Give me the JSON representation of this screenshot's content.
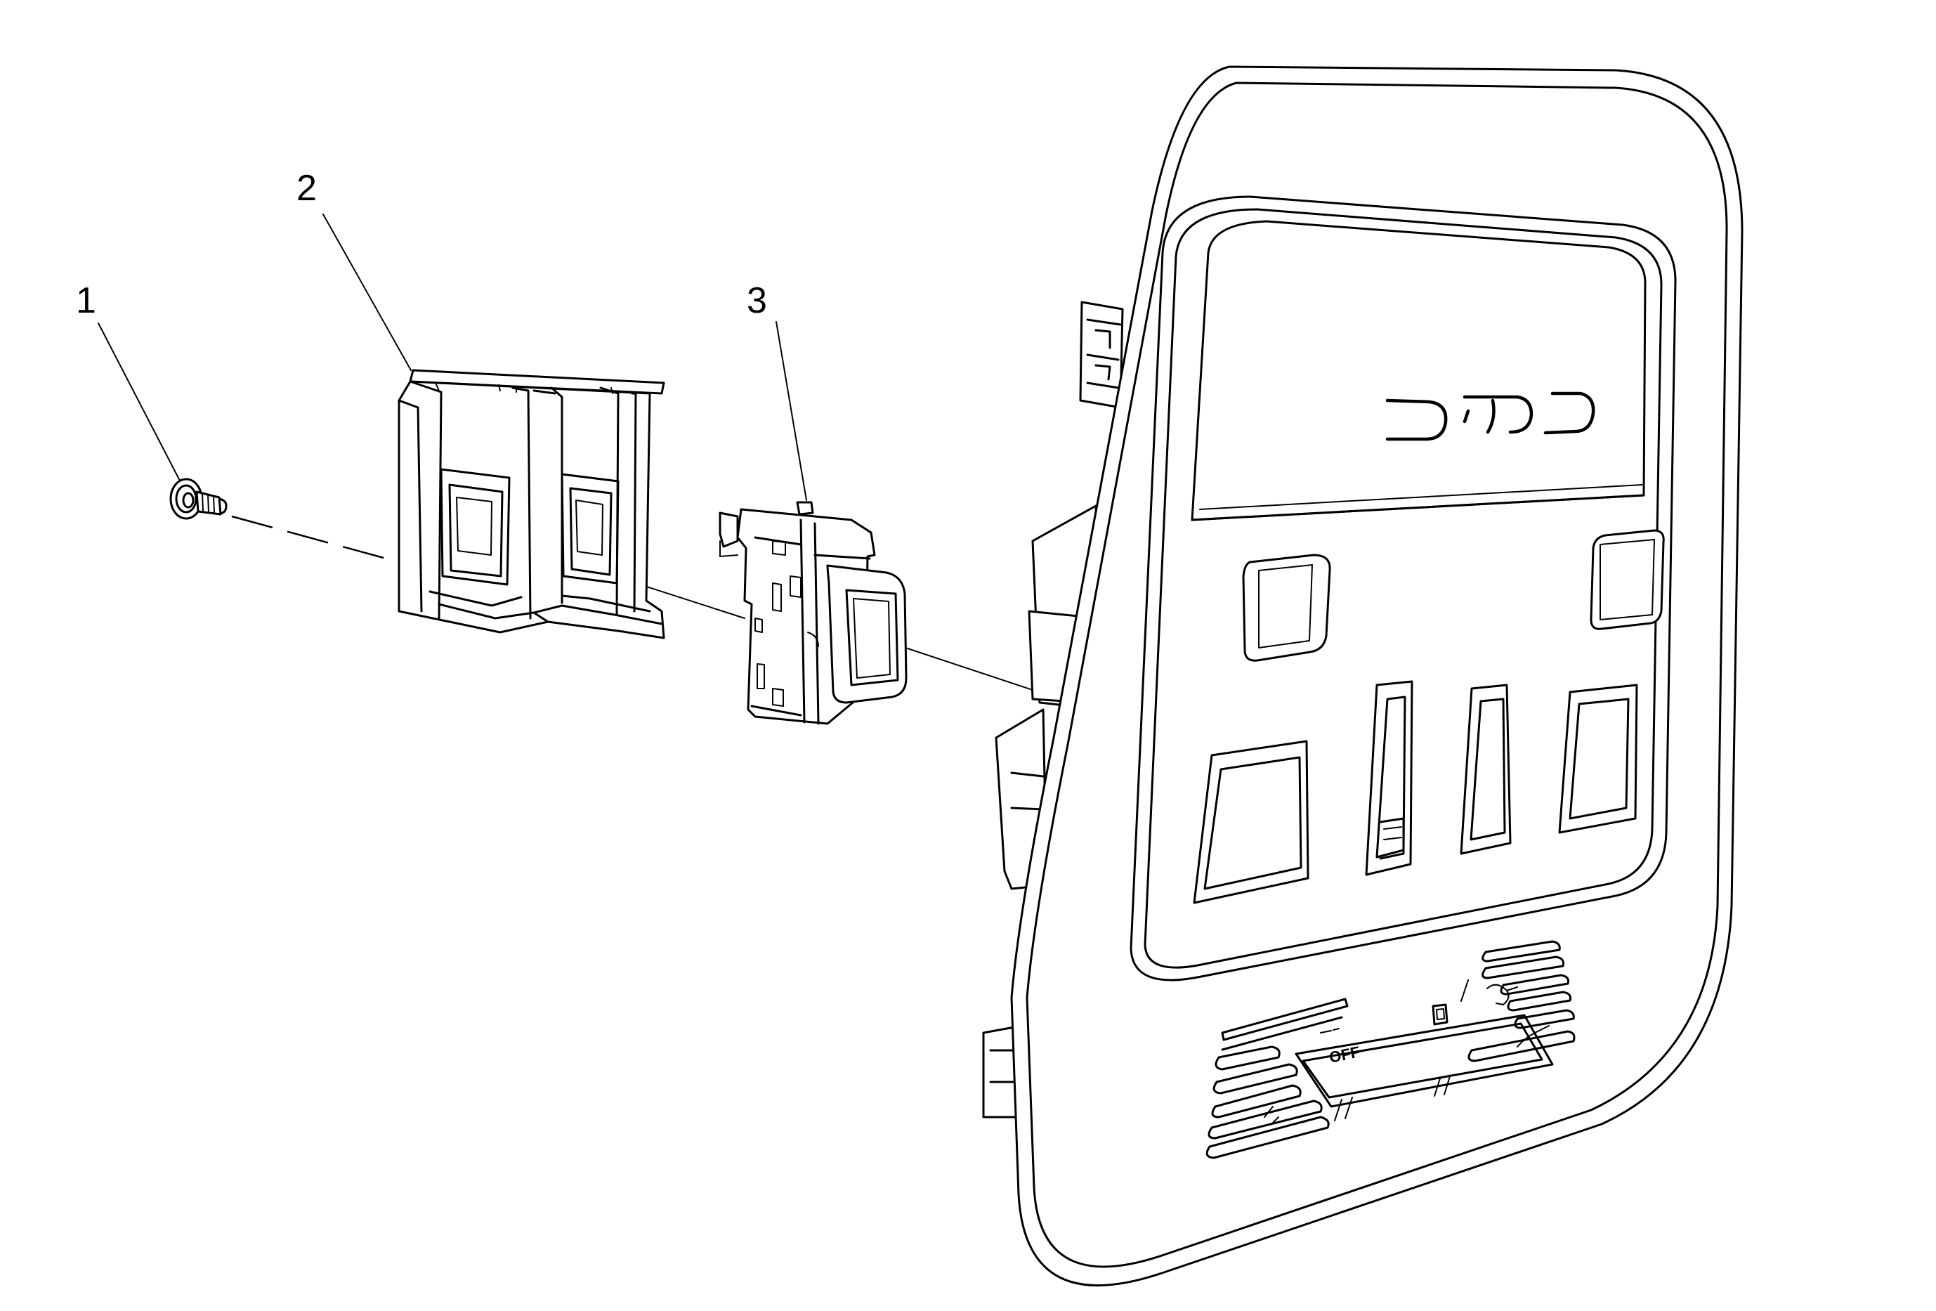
{
  "callouts": [
    {
      "id": "1",
      "label": "1"
    },
    {
      "id": "2",
      "label": "2"
    },
    {
      "id": "3",
      "label": "3"
    }
  ],
  "panel_markings": {
    "off_label": "OFF"
  },
  "colors": {
    "line": "#000000",
    "background": "#ffffff"
  }
}
